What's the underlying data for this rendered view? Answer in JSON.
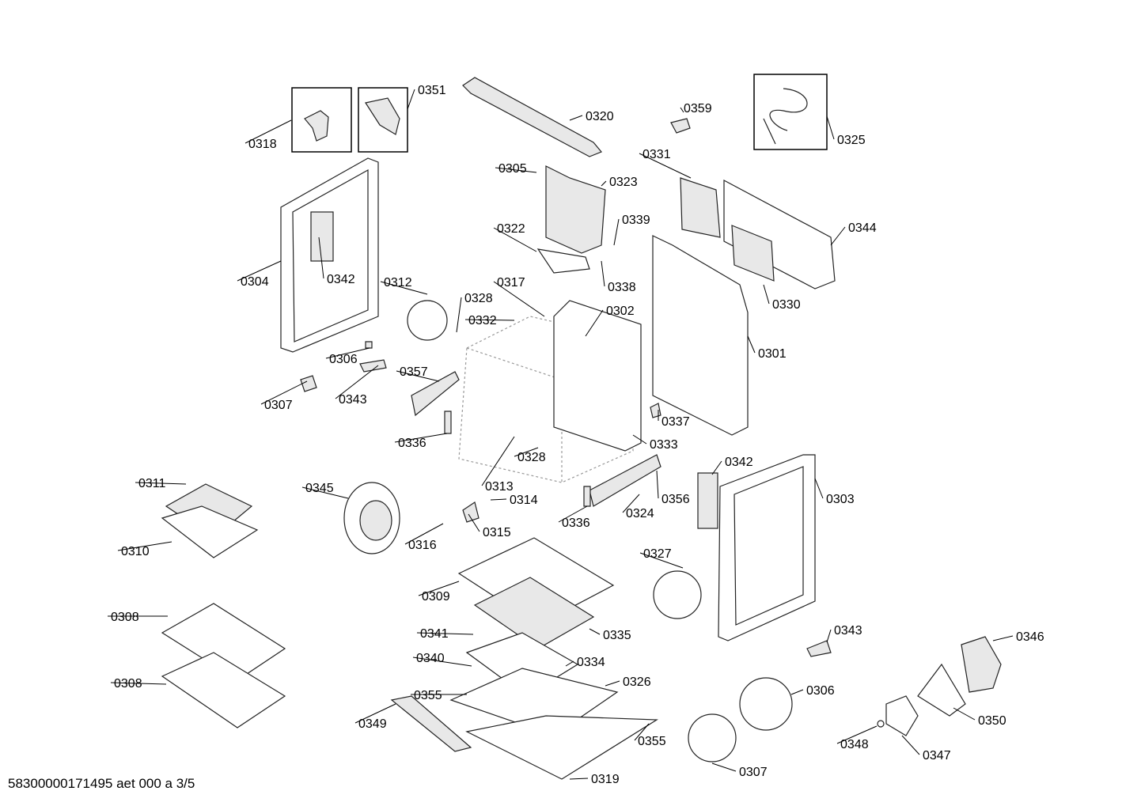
{
  "document_id": "58300000171495 aet 000 a 3/5",
  "labels": [
    "0351",
    "0320",
    "0359",
    "0318",
    "0325",
    "0331",
    "0305",
    "0323",
    "0344",
    "0339",
    "0322",
    "0304",
    "0342",
    "0338",
    "0330",
    "0312",
    "0317",
    "0328",
    "0302",
    "0332",
    "0301",
    "0306",
    "0357",
    "0343",
    "0307",
    "0337",
    "0336",
    "0333",
    "0328",
    "0342",
    "0311",
    "0345",
    "0313",
    "0314",
    "0356",
    "0303",
    "0336",
    "0324",
    "0310",
    "0315",
    "0316",
    "0327",
    "0309",
    "0308",
    "0335",
    "0341",
    "0343",
    "0346",
    "0340",
    "0334",
    "0326",
    "0308",
    "0306",
    "0355",
    "0350",
    "0349",
    "0355",
    "0348",
    "0347",
    "0307",
    "0319"
  ]
}
